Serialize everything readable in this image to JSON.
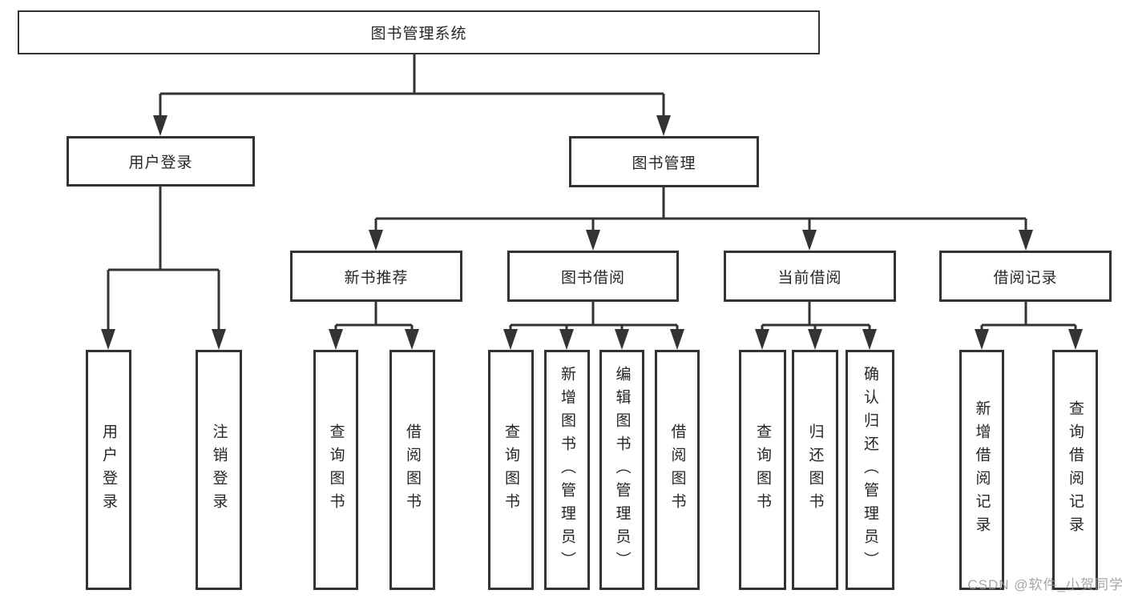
{
  "diagram": {
    "root": {
      "label": "图书管理系统",
      "children": [
        {
          "label": "用户登录",
          "children": [
            {
              "label": "用户登录"
            },
            {
              "label": "注销登录"
            }
          ]
        },
        {
          "label": "图书管理",
          "children": [
            {
              "label": "新书推荐",
              "children": [
                {
                  "label": "查询图书"
                },
                {
                  "label": "借阅图书"
                }
              ]
            },
            {
              "label": "图书借阅",
              "children": [
                {
                  "label": "查询图书"
                },
                {
                  "label": "新增图书（管理员）"
                },
                {
                  "label": "编辑图书（管理员）"
                },
                {
                  "label": "借阅图书"
                }
              ]
            },
            {
              "label": "当前借阅",
              "children": [
                {
                  "label": "查询图书"
                },
                {
                  "label": "归还图书"
                },
                {
                  "label": "确认归还（管理员）"
                }
              ]
            },
            {
              "label": "借阅记录",
              "children": [
                {
                  "label": "新增借阅记录"
                },
                {
                  "label": "查询借阅记录"
                }
              ]
            }
          ]
        }
      ]
    }
  },
  "watermark": {
    "text": "CSDN @软件_小贺同学"
  },
  "colors": {
    "line": "#333333",
    "box_border": "#333333",
    "box_bg": "#ffffff",
    "text": "#262626",
    "watermark": "#b5b5b5"
  }
}
